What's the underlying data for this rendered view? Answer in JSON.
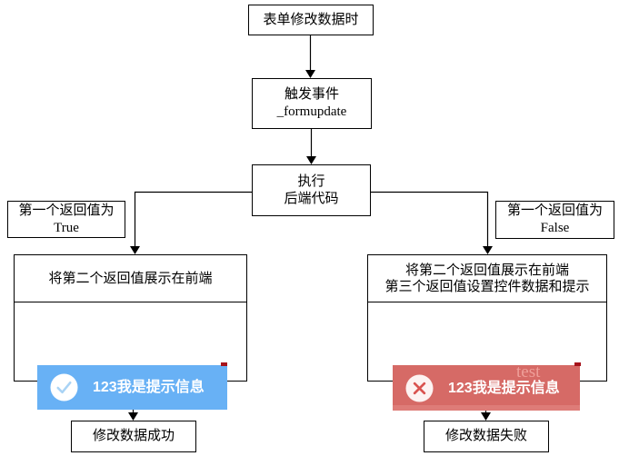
{
  "flowchart": {
    "start": {
      "label": "表单修改数据时"
    },
    "trigger": {
      "line1": "触发事件",
      "line2": "_formupdate"
    },
    "execute": {
      "line1": "执行",
      "line2": "后端代码"
    },
    "branch_true": {
      "line1": "第一个返回值为",
      "line2": "True"
    },
    "branch_false": {
      "line1": "第一个返回值为",
      "line2": "False"
    },
    "true_action": {
      "title": "将第二个返回值展示在前端"
    },
    "false_action": {
      "title_line1": "将第二个返回值展示在前端",
      "title_line2": "第三个返回值设置控件数据和提示"
    },
    "success_toast": {
      "icon": "check-icon",
      "message": "123我是提示信息",
      "background_color": "#68b1f5",
      "icon_circle_color": "#ffffff",
      "check_color": "#a9d3f5"
    },
    "error_toast": {
      "icon": "x-icon",
      "message": "123我是提示信息",
      "background_color": "#d66a66",
      "icon_circle_color": "#ffffff",
      "x_color": "#d9534f",
      "watermark": "test"
    },
    "end_success": {
      "label": "修改数据成功"
    },
    "end_failure": {
      "label": "修改数据失败"
    }
  }
}
